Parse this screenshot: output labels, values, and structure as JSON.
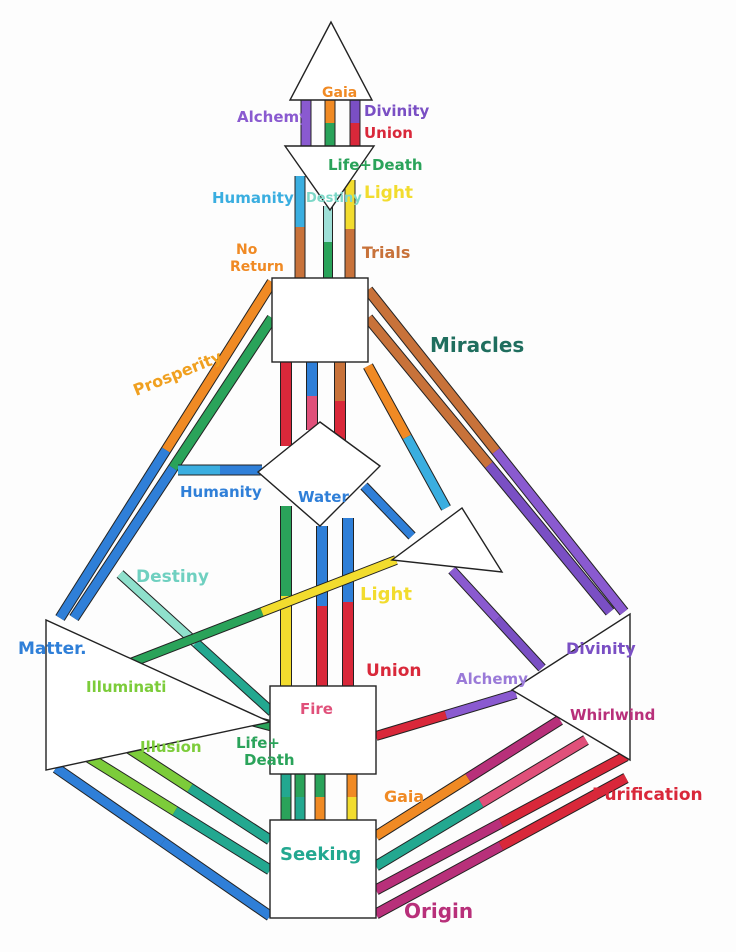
{
  "colors": {
    "orange": "#f08a24",
    "green": "#2aa35a",
    "blue": "#2f7fd8",
    "lightblue": "#3aaee0",
    "purple": "#7a4fc4",
    "red": "#d9283a",
    "pink": "#e0507a",
    "yellow": "#f2dc2e",
    "teal": "#23a890",
    "lime": "#7ccc3a",
    "brown": "#c8723a",
    "magenta": "#b8307a",
    "violet": "#8a5ad0",
    "ink": "#222222"
  },
  "centers": {
    "gaia": "Gaia",
    "water": "Water",
    "fire": "Fire",
    "seeking": "Seeking"
  },
  "labels": {
    "alchemy_top": "Alchemy",
    "divinity_top": "Divinity",
    "union_top": "Union",
    "life_death_top": "Life+Death",
    "humanity_top": "Humanity",
    "destiny_top": "Destiny",
    "light_top": "Light",
    "no_return": "No Return",
    "trials": "Trials",
    "miracles": "Miracles",
    "prosperity": "Prosperity",
    "humanity_mid": "Humanity",
    "destiny_mid": "Destiny",
    "light_mid": "Light",
    "matter": "Matter.",
    "illuminati": "Illuminati",
    "union_mid": "Union",
    "alchemy_mid": "Alchemy",
    "divinity_right": "Divinity",
    "whirlwind": "Whirlwind",
    "illusion": "Illusion",
    "life_death_low": "Life+ Death",
    "gaia_low": "Gaia",
    "purification": "Purification",
    "origin": "Origin"
  }
}
